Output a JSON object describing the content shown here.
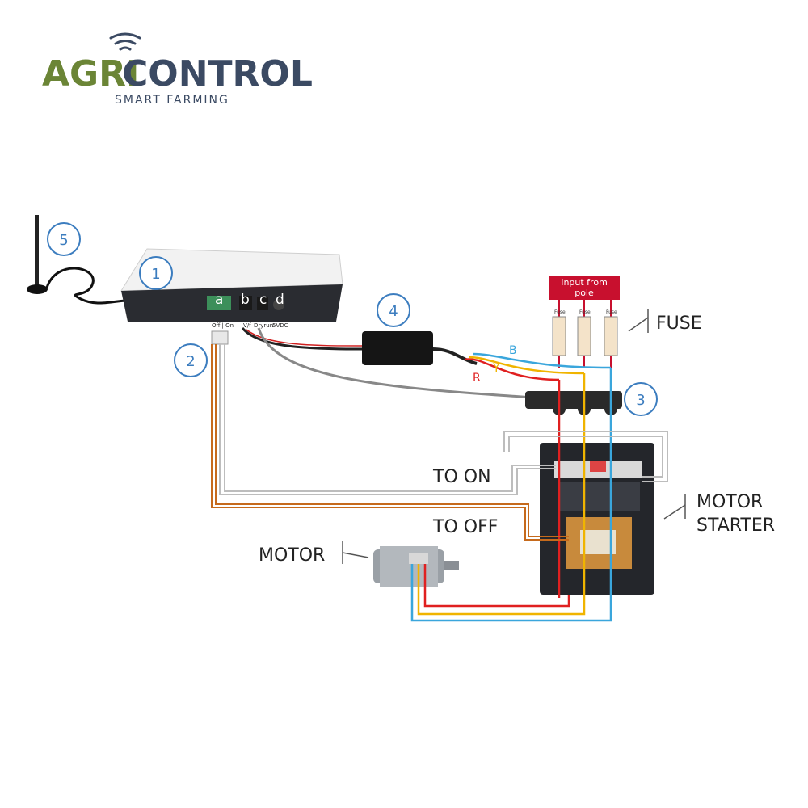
{
  "brand": {
    "name_part1": "AGRI",
    "name_part2": "CONTROL",
    "tagline": "SMART FARMING",
    "color_green": "#6b8536",
    "color_navy": "#3b4a63"
  },
  "callouts": {
    "c1": "1",
    "c2": "2",
    "c3": "3",
    "c4": "4",
    "c5": "5",
    "color": "#3c7dbf"
  },
  "controller": {
    "terminal_a": "a",
    "terminal_b": "b",
    "terminal_c": "c",
    "terminal_d": "d",
    "port_offon": "Off | On",
    "port_vf": "V/f",
    "port_dryrun": "Dryrun",
    "port_5vdc": "5VDC"
  },
  "pole": {
    "title": "Input from pole",
    "fuse_small": "Fuse"
  },
  "phases": {
    "r": "R",
    "y": "Y",
    "b": "B",
    "r_color": "#e02020",
    "y_color": "#f0b400",
    "b_color": "#3aa6dc"
  },
  "labels": {
    "fuse": "FUSE",
    "to_on": "TO ON",
    "to_off": "TO OFF",
    "motor": "MOTOR",
    "motor_starter_line1": "MOTOR",
    "motor_starter_line2": "STARTER"
  }
}
